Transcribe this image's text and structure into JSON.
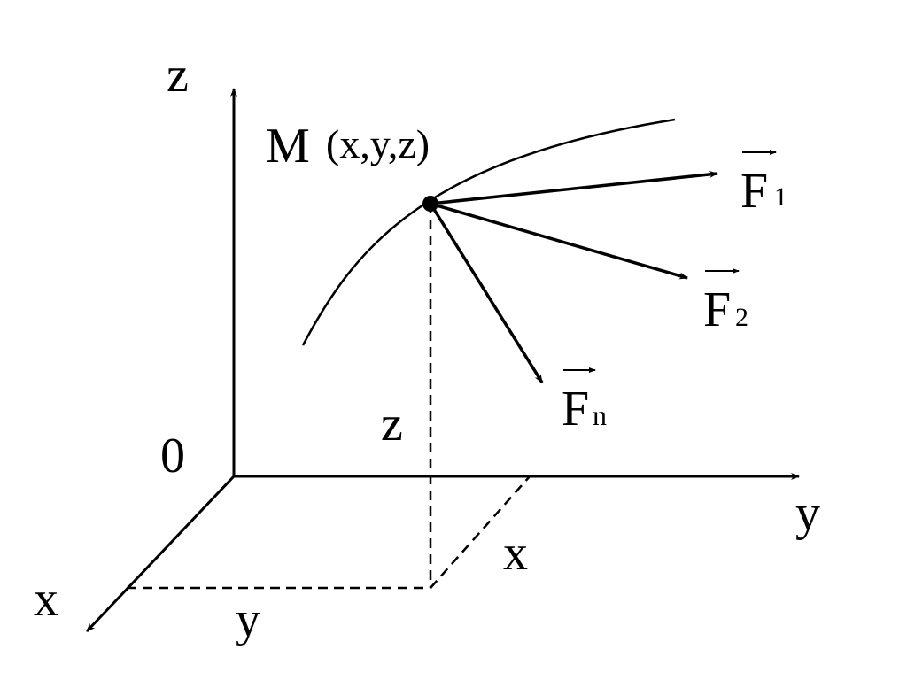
{
  "colors": {
    "ink": "#000000",
    "background": "#ffffff"
  },
  "axes": {
    "z": "z",
    "y": "y",
    "x": "x",
    "origin": "0"
  },
  "point": {
    "name": "M",
    "coords": "(x,y,z)"
  },
  "projections": {
    "z": "z",
    "x": "x",
    "y": "y"
  },
  "forces": [
    {
      "letter": "F",
      "sub": "1"
    },
    {
      "letter": "F",
      "sub": "2"
    },
    {
      "letter": "F",
      "sub": "n"
    }
  ]
}
